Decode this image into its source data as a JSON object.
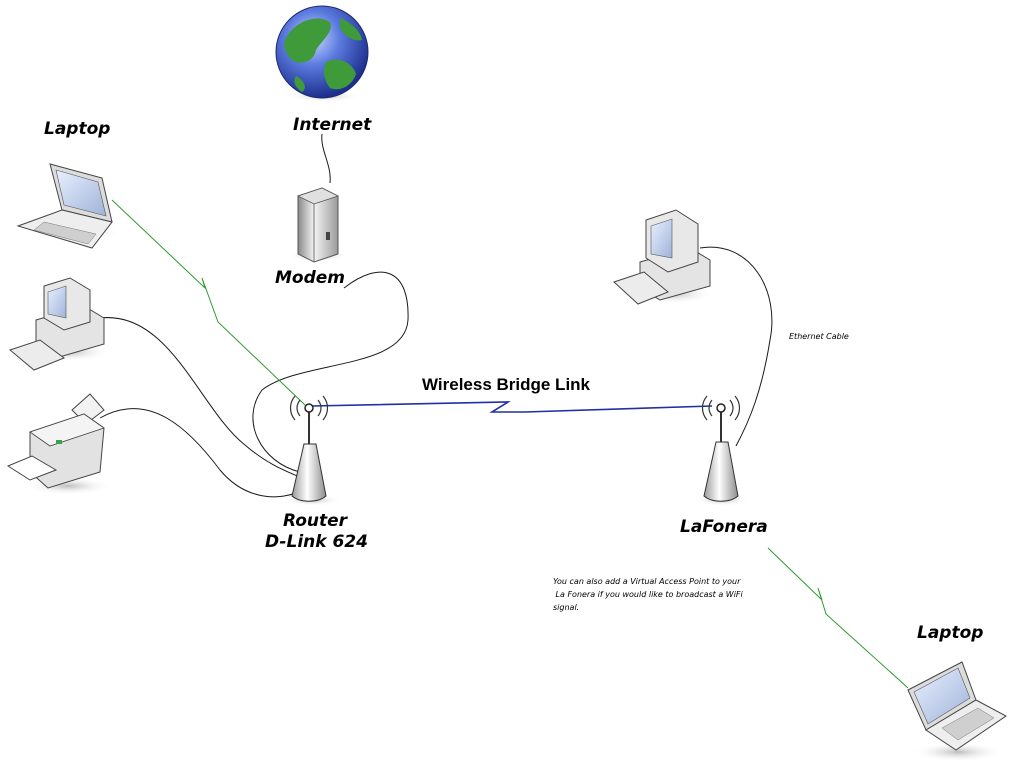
{
  "nodes": {
    "internet": {
      "label": "Internet",
      "icon": "globe-icon"
    },
    "modem": {
      "label": "Modem",
      "icon": "modem-icon"
    },
    "laptop_left": {
      "label": "Laptop",
      "icon": "laptop-icon"
    },
    "desktop_left": {
      "icon": "desktop-computer-icon"
    },
    "printer": {
      "icon": "printer-icon"
    },
    "router": {
      "label_line1": "Router",
      "label_line2": "D-Link 624",
      "icon": "wireless-router-icon"
    },
    "lafonera": {
      "label": "LaFonera",
      "icon": "wireless-access-point-icon"
    },
    "desktop_right": {
      "icon": "desktop-computer-icon"
    },
    "laptop_right": {
      "label": "Laptop",
      "icon": "laptop-icon"
    }
  },
  "links": {
    "wireless_bridge": {
      "label": "Wireless Bridge Link",
      "color": "#1f2fa8"
    },
    "ethernet_cable": {
      "label": "Ethernet Cable",
      "color": "#1a1a1a"
    },
    "wifi_color": "#2e9a2e"
  },
  "note": {
    "lines": [
      "You can also add a Virtual Access Point to your",
      " La Fonera if you would like to broadcast a WiFi",
      "signal."
    ]
  }
}
